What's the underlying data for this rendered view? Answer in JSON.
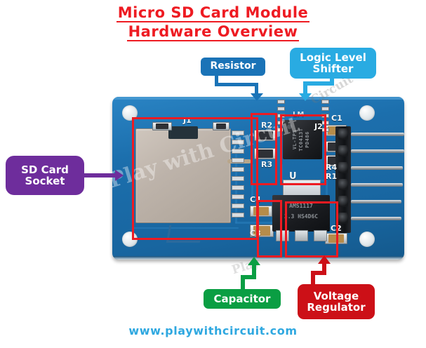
{
  "title": {
    "line1": "Micro SD Card Module",
    "line2": "Hardware Overview",
    "color": "#ee1b22"
  },
  "callouts": {
    "resistor": {
      "label": "Resistor",
      "color": "#1a73b7"
    },
    "logic_level_shifter": {
      "label": "Logic Level Shifter",
      "line1": "Logic Level",
      "line2": "Shifter",
      "color": "#29abe2"
    },
    "sd_card_socket": {
      "label": "SD Card Socket",
      "line1": "SD Card",
      "line2": "Socket",
      "color": "#6e2d9c"
    },
    "capacitor": {
      "label": "Capacitor",
      "color": "#0a9e43"
    },
    "voltage_regulator": {
      "label": "Voltage Regulator",
      "line1": "Voltage",
      "line2": "Regulator",
      "color": "#cc1017"
    }
  },
  "board": {
    "pcb_color": "#1c6fad",
    "silkscreen": {
      "j1": "J1",
      "j2": "J2",
      "r1": "R1",
      "r2": "R2",
      "r3": "R3",
      "r4": "R4",
      "c1": "C1",
      "c2": "C2",
      "c3": "C3",
      "c4": "C4",
      "u": "U",
      "lm": "LM"
    },
    "ic_marking": "VL-TPS TC0413T PD486",
    "regulator_marking_line1": "AMS1117",
    "regulator_marking_line2": "3.3 HS4D6C"
  },
  "watermark": {
    "main": "Play with Circuit",
    "secondary": "Circuit",
    "tertiary": "Play"
  },
  "footer": {
    "url": "www.playwithcircuit.com",
    "color": "#2fa8e0"
  }
}
